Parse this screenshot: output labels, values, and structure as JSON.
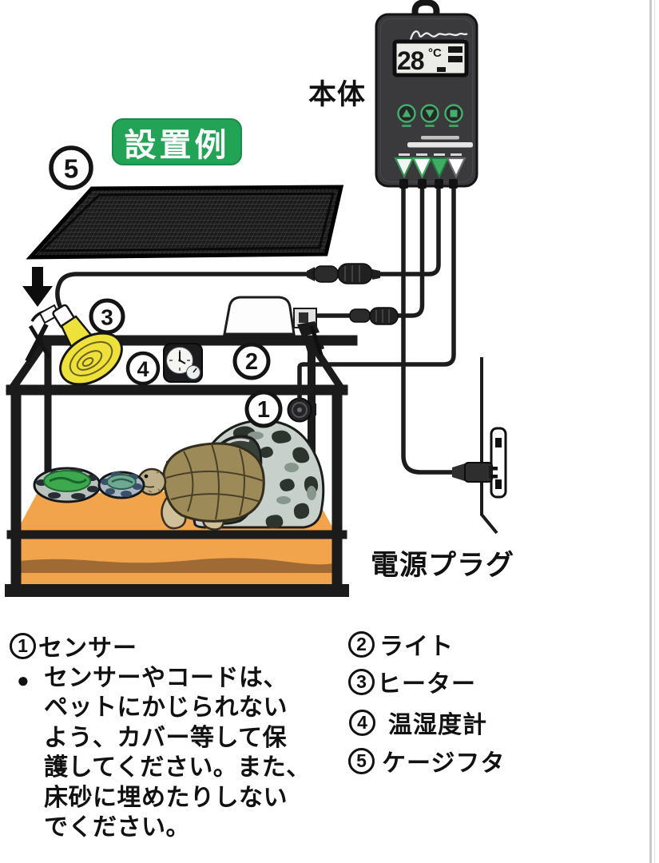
{
  "badge": {
    "label": "設置例"
  },
  "device": {
    "label": "本体",
    "lcd_value": "28",
    "lcd_unit": "°C"
  },
  "diagram": {
    "power_plug_label": "電源プラグ",
    "callouts": {
      "c1": "1",
      "c2": "2",
      "c3": "3",
      "c4": "4",
      "c5": "5"
    }
  },
  "legend": {
    "sensor": {
      "num": "1",
      "label": "センサー"
    },
    "light": {
      "num": "2",
      "label": "ライト"
    },
    "heater": {
      "num": "3",
      "label": "ヒーター"
    },
    "thermo": {
      "num": "4",
      "label": "温湿度計"
    },
    "lid": {
      "num": "5",
      "label": "ケージフタ"
    }
  },
  "note": {
    "bullet": "●",
    "lines": [
      "センサーやコードは、",
      "ペットにかじられない",
      "よう、カバー等して保",
      "護してください。また、",
      "床砂に埋めたりしない",
      "でください。"
    ]
  }
}
